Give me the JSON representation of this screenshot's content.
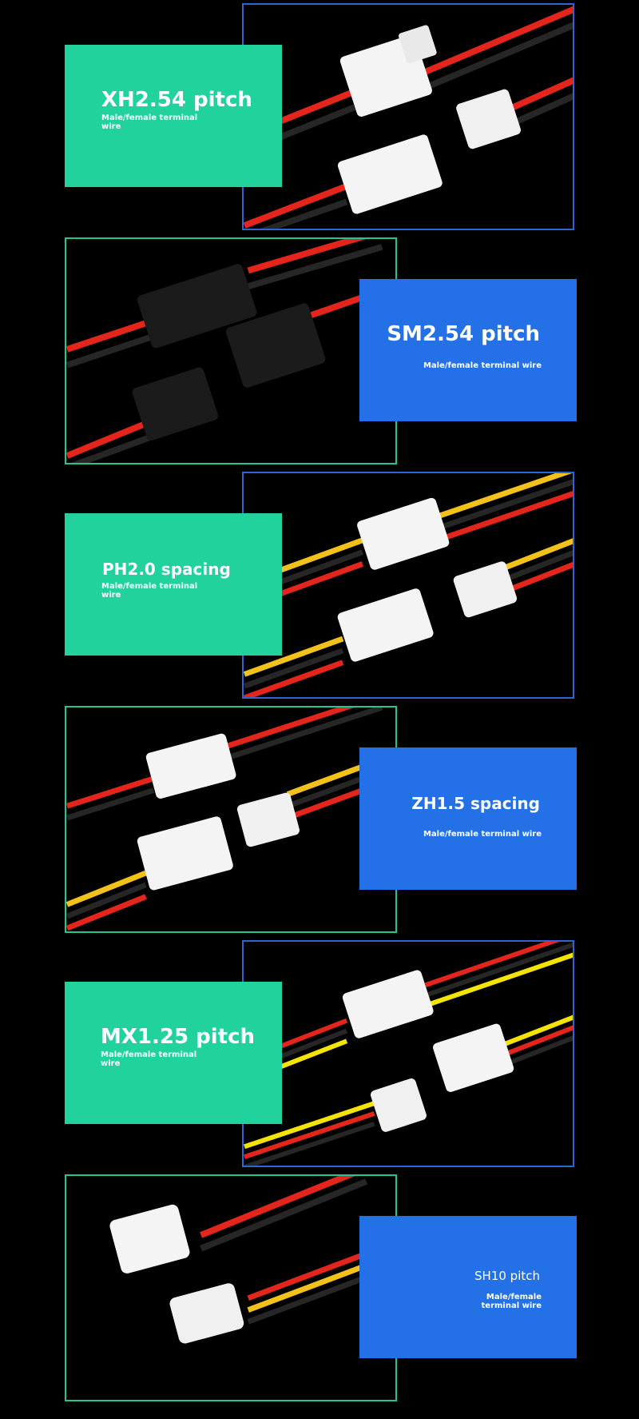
{
  "sections": [
    {
      "title": "XH2.54 pitch",
      "subtitle": "Male/female terminal wire",
      "card_color": "#22d29c",
      "frame_color": "#2f63d6"
    },
    {
      "title": "SM2.54 pitch",
      "subtitle": "Male/female terminal wire",
      "card_color": "#2470e6",
      "frame_color": "#22c594"
    },
    {
      "title": "PH2.0 spacing",
      "subtitle": "Male/female terminal wire",
      "card_color": "#22d29c",
      "frame_color": "#2f63d6"
    },
    {
      "title": "ZH1.5 spacing",
      "subtitle": "Male/female terminal wire",
      "card_color": "#2470e6",
      "frame_color": "#22c594"
    },
    {
      "title": "MX1.25 pitch",
      "subtitle": "Male/female terminal wire",
      "card_color": "#22d29c",
      "frame_color": "#2f63d6"
    },
    {
      "title": "SH10 pitch",
      "subtitle": "Male/female terminal wire",
      "card_color": "#2470e6",
      "frame_color": "#22c594"
    }
  ],
  "wire_colors": {
    "red": "#e3251c",
    "black": "#262626",
    "yellow": "#f2c21a",
    "bright_yellow": "#f5e400"
  },
  "connector_colors": {
    "white": "#f4f4f4",
    "black": "#1b1b1b"
  }
}
